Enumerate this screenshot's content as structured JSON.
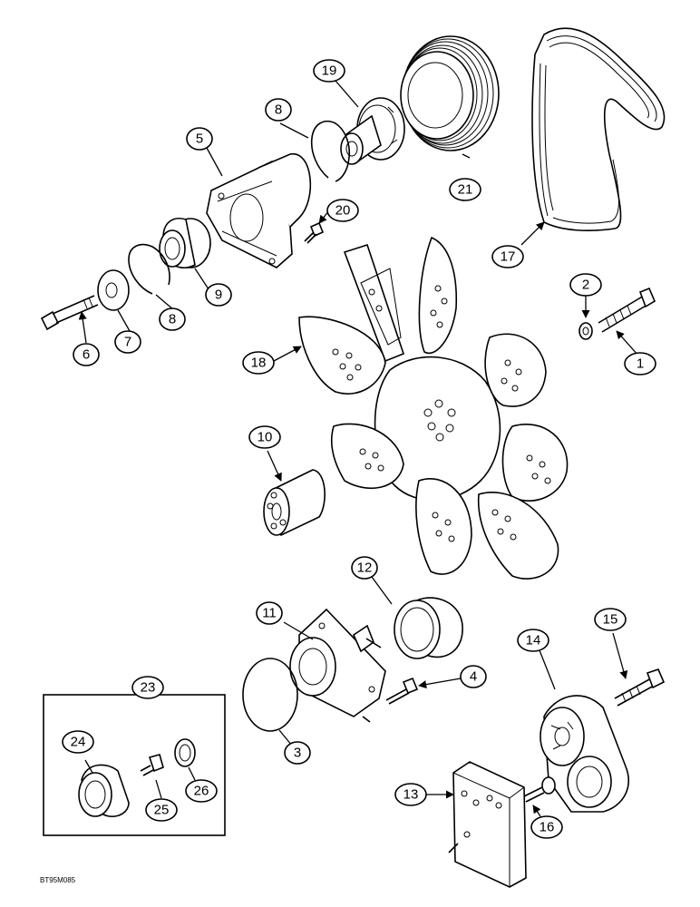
{
  "callouts": [
    "1",
    "2",
    "3",
    "4",
    "5",
    "6",
    "7",
    "8",
    "8",
    "9",
    "10",
    "11",
    "12",
    "13",
    "14",
    "15",
    "16",
    "17",
    "18",
    "19",
    "20",
    "21",
    "23",
    "24",
    "25",
    "26"
  ],
  "drawing_code": "BT95M085",
  "colors": {
    "line": "#000000",
    "background": "#ffffff"
  }
}
